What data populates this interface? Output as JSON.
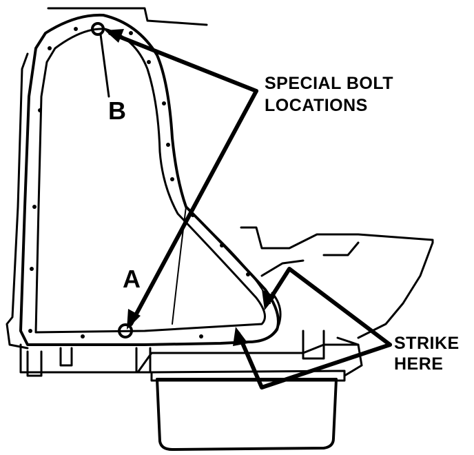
{
  "labels": {
    "special_line1": "SPECIAL BOLT",
    "special_line2": "LOCATIONS",
    "strike_line1": "STRIKE",
    "strike_line2": "HERE",
    "point_b": "B",
    "point_a": "A"
  }
}
